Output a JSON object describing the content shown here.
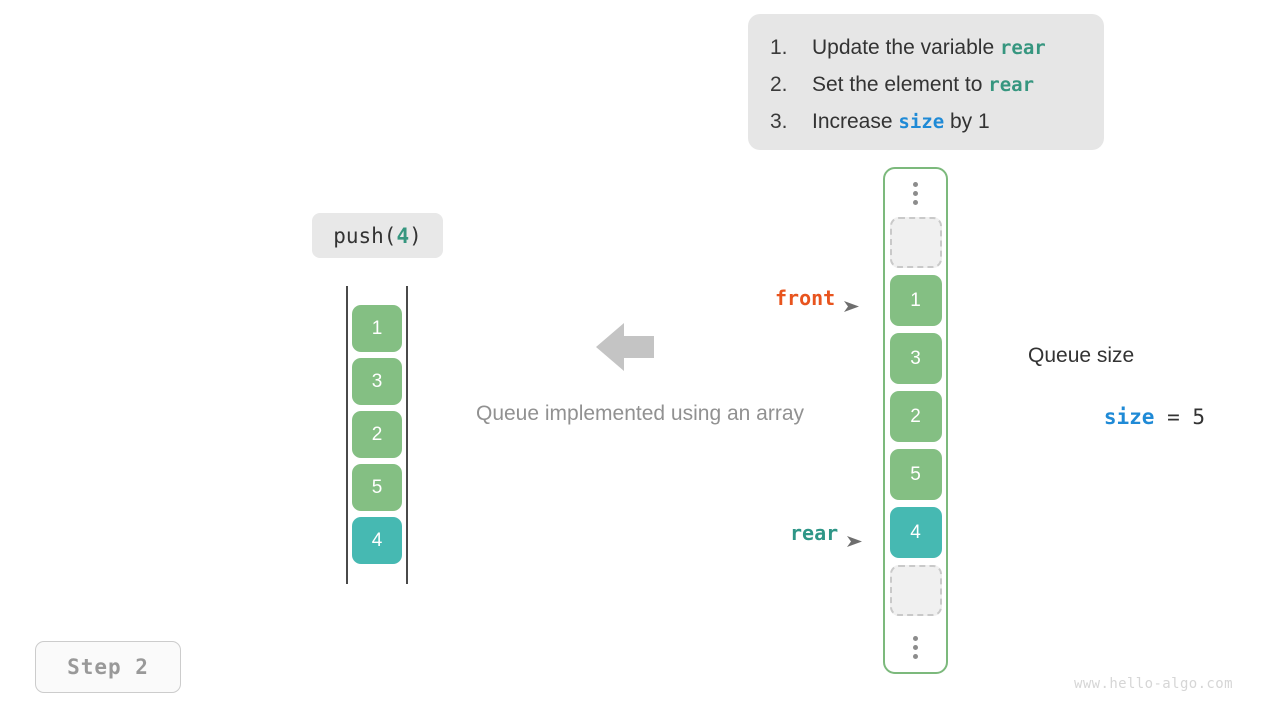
{
  "instructions": {
    "steps": [
      {
        "num": "1.",
        "pre": "Update the variable ",
        "keyword": "rear",
        "keyword_kind": "rear",
        "post": ""
      },
      {
        "num": "2.",
        "pre": "Set the element to ",
        "keyword": "rear",
        "keyword_kind": "rear",
        "post": ""
      },
      {
        "num": "3.",
        "pre": "Increase ",
        "keyword": "size",
        "keyword_kind": "size",
        "post": " by 1"
      }
    ]
  },
  "operation": {
    "name": "push(",
    "arg": "4",
    "close": ")"
  },
  "left_array": {
    "cells": [
      {
        "value": "1",
        "style": "green"
      },
      {
        "value": "3",
        "style": "green"
      },
      {
        "value": "2",
        "style": "green"
      },
      {
        "value": "5",
        "style": "green"
      },
      {
        "value": "4",
        "style": "teal"
      }
    ]
  },
  "caption": "Queue implemented using an array",
  "pointers": {
    "front": "front",
    "rear": "rear"
  },
  "queue": {
    "slots": [
      {
        "kind": "ellipsis",
        "value": ""
      },
      {
        "kind": "empty",
        "value": ""
      },
      {
        "kind": "green",
        "value": "1"
      },
      {
        "kind": "green",
        "value": "3"
      },
      {
        "kind": "green",
        "value": "2"
      },
      {
        "kind": "green",
        "value": "5"
      },
      {
        "kind": "teal",
        "value": "4"
      },
      {
        "kind": "empty",
        "value": ""
      },
      {
        "kind": "ellipsis",
        "value": ""
      }
    ]
  },
  "size_readout": {
    "title": "Queue size",
    "var": "size",
    "equals": " = ",
    "value": "5"
  },
  "step_badge": "Step 2",
  "watermark": "www.hello-algo.com",
  "colors": {
    "green": "#84bf83",
    "teal": "#46b9b2",
    "front": "#e8541e",
    "rear": "#2e9687",
    "size": "#1f8ad6",
    "container_border": "#7cb97c",
    "panel_bg": "#e6e6e6",
    "arrow": "#c4c4c4"
  }
}
